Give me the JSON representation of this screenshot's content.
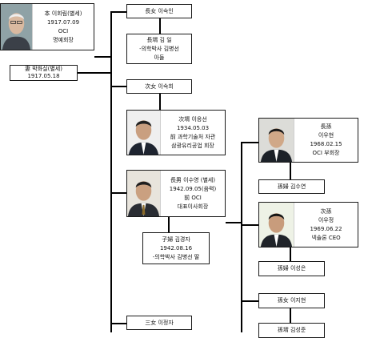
{
  "founder": {
    "lines": [
      "本 이회림(별세)",
      "1917.07.09",
      "OCI",
      "명예회장"
    ]
  },
  "spouse": {
    "lines": [
      "妻 박화실(별세)",
      "1917.05.18"
    ]
  },
  "first_daughter": {
    "lines": [
      "長女 이숙인"
    ]
  },
  "first_son_in_law": {
    "lines": [
      "長壻 김 일",
      "-의학박사 김병선",
      "아들"
    ]
  },
  "second_daughter": {
    "lines": [
      "次女 이숙희"
    ]
  },
  "second_son_in_law": {
    "lines": [
      "次壻 이응선",
      "1934.05.03",
      "前 과학기술처 자관",
      "삼광유리공업 회장"
    ]
  },
  "eldest_son": {
    "lines": [
      "長男 이수영 (별세)",
      "1942.09.05(음력)",
      "前 OCI",
      "대표이사회장"
    ]
  },
  "daughter_in_law": {
    "lines": [
      "子婦 김경자",
      "1942.08.16",
      "-의학박사 김병선 딸"
    ]
  },
  "third_daughter": {
    "lines": [
      "三女 이정자"
    ]
  },
  "eldest_grandson": {
    "lines": [
      "長孫",
      "이우현",
      "1968.02.15",
      "OCI 부회장"
    ]
  },
  "eldest_grandson_wife": {
    "lines": [
      "孫婦 김수연"
    ]
  },
  "second_grandson": {
    "lines": [
      "次孫",
      "이우정",
      "1969.06.22",
      "넥솔론 CEO"
    ]
  },
  "second_grandson_wife": {
    "lines": [
      "孫婦 이성은"
    ]
  },
  "granddaughter": {
    "lines": [
      "孫女 이지현"
    ]
  },
  "granddaughter_husband": {
    "lines": [
      "孫壻 김성준"
    ]
  }
}
